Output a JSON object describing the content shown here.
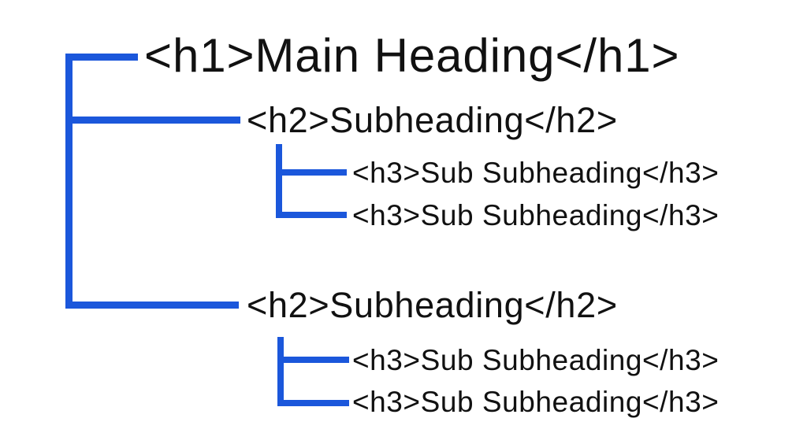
{
  "theme": {
    "background": "#ffffff",
    "connector-color": "#1b57db",
    "text-color": "#111111"
  },
  "nodes": [
    {
      "id": "h1-node",
      "level": 1,
      "label": "<h1>Main Heading</h1>"
    },
    {
      "id": "h2-node-1",
      "level": 2,
      "label": "<h2>Subheading</h2>"
    },
    {
      "id": "h3-node-1",
      "level": 3,
      "label": "<h3>Sub Subheading</h3>"
    },
    {
      "id": "h3-node-2",
      "level": 3,
      "label": "<h3>Sub Subheading</h3>"
    },
    {
      "id": "h2-node-2",
      "level": 2,
      "label": "<h2>Subheading</h2>"
    },
    {
      "id": "h3-node-3",
      "level": 3,
      "label": "<h3>Sub Subheading</h3>"
    },
    {
      "id": "h3-node-4",
      "level": 3,
      "label": "<h3>Sub Subheading</h3>"
    }
  ]
}
